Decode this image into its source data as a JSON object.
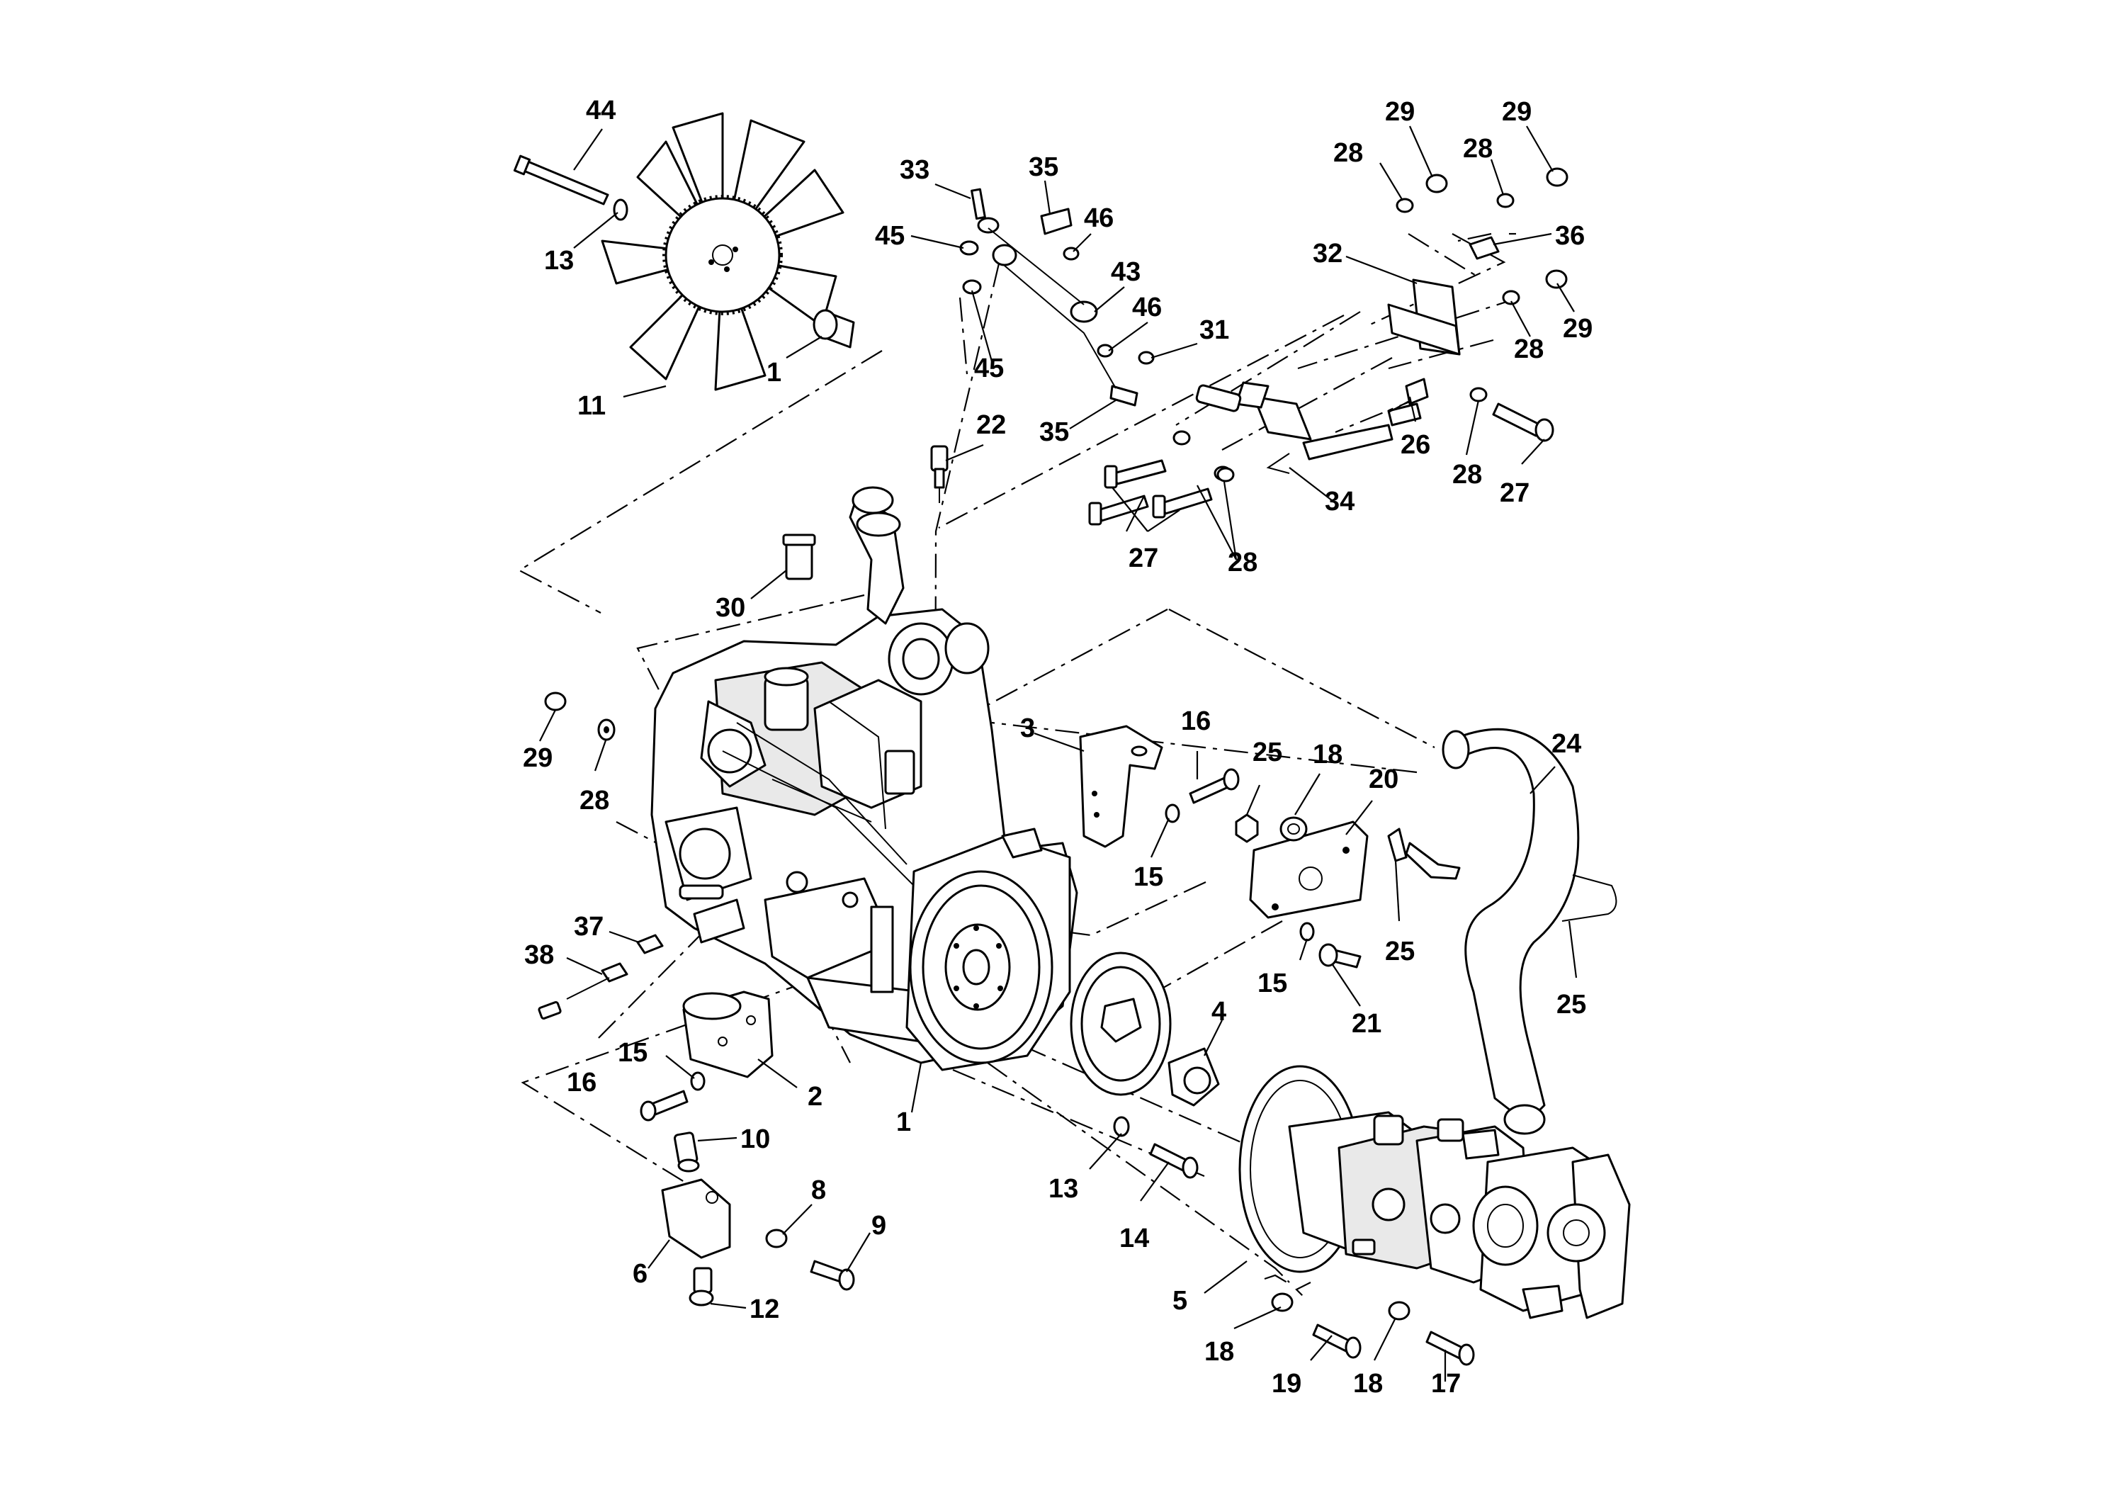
{
  "callouts": {
    "c44": "44",
    "c13a": "13",
    "c1a": "1",
    "c11": "11",
    "c33": "33",
    "c35a": "35",
    "c46a": "46",
    "c45a": "45",
    "c43": "43",
    "c46b": "46",
    "c31": "31",
    "c45b": "45",
    "c35b": "35",
    "c29a": "29",
    "c29b": "29",
    "c28a": "28",
    "c28b": "28",
    "c36": "36",
    "c32": "32",
    "c28c": "28",
    "c29c": "29",
    "c26": "26",
    "c28d": "28",
    "c27a": "27",
    "c34": "34",
    "c27b": "27",
    "c28e": "28",
    "c22": "22",
    "c30": "30",
    "c29d": "29",
    "c28f": "28",
    "c3": "3",
    "c16a": "16",
    "c15a": "15",
    "c25a": "25",
    "c18a": "18",
    "c20": "20",
    "c24": "24",
    "c25b": "25",
    "c25c": "25",
    "c15b": "15",
    "c21": "21",
    "c37": "37",
    "c38": "38",
    "c15c": "15",
    "c16b": "16",
    "c2": "2",
    "c1b": "1",
    "c4": "4",
    "c10": "10",
    "c13b": "13",
    "c14": "14",
    "c8": "8",
    "c9": "9",
    "c6": "6",
    "c12": "12",
    "c5": "5",
    "c18b": "18",
    "c19": "19",
    "c18c": "18",
    "c17": "17"
  }
}
